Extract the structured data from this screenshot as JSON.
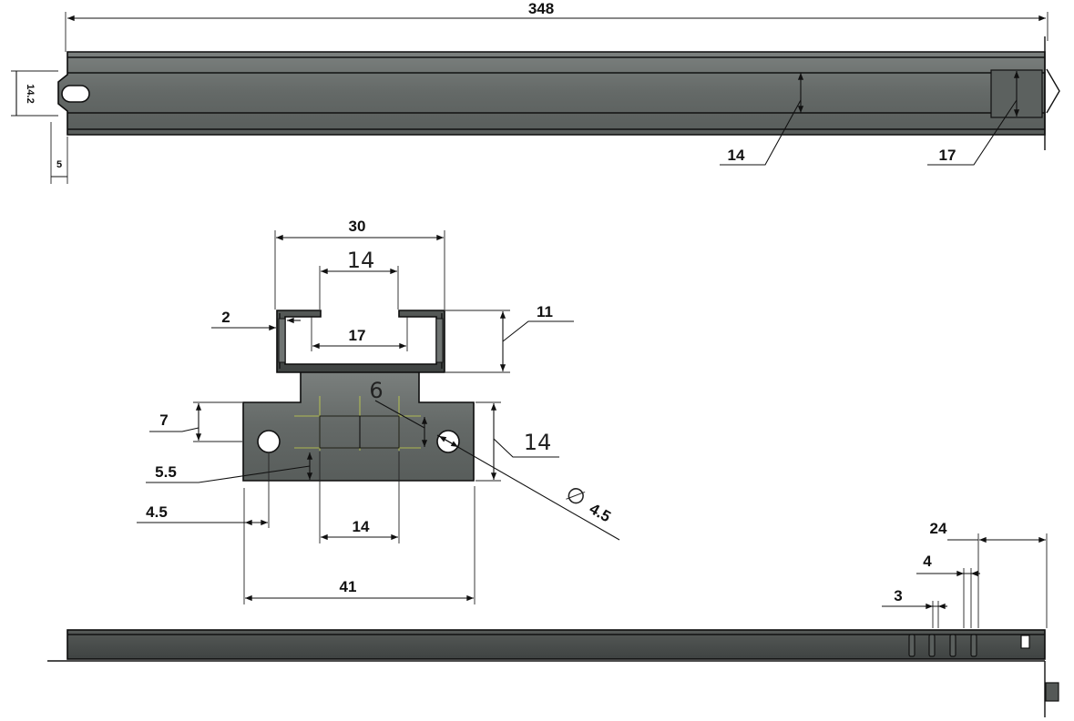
{
  "drawing": {
    "top_view": {
      "length_label": "348",
      "height_label": "14.2",
      "slot_offset_label": "5",
      "inner_width_label": "14",
      "end_width_label": "17"
    },
    "cross_section": {
      "outer_width_label": "30",
      "inner_opening_label": "14",
      "inner_width_label": "17",
      "wall_label": "2",
      "height_label": "11",
      "base_step_label": "7",
      "center_depth_label": "6",
      "base_height_label": "14",
      "hole_offset_label": "5.5",
      "hole_edge_label": "4.5",
      "hole_diameter_label": "4.5",
      "diameter_symbol": "∅",
      "center_width_label": "14",
      "base_width_label": "41"
    },
    "side_view": {
      "end_length_label": "24",
      "notch_spacing_label": "4",
      "notch_width_label": "3"
    }
  },
  "colors": {
    "metal_light": "#6e7371",
    "metal_dark": "#3f4342",
    "line": "#111111"
  }
}
